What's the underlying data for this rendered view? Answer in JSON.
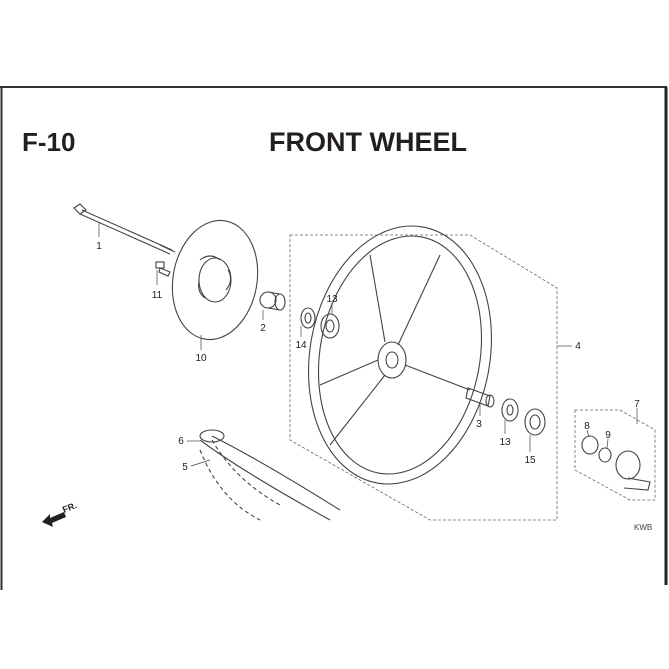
{
  "header": {
    "section_code": "F-10",
    "title": "FRONT WHEEL"
  },
  "callouts": [
    {
      "id": "1"
    },
    {
      "id": "11"
    },
    {
      "id": "10"
    },
    {
      "id": "2"
    },
    {
      "id": "13"
    },
    {
      "id": "14"
    },
    {
      "id": "4"
    },
    {
      "id": "3"
    },
    {
      "id": "13"
    },
    {
      "id": "15"
    },
    {
      "id": "6"
    },
    {
      "id": "5"
    },
    {
      "id": "7"
    },
    {
      "id": "8"
    },
    {
      "id": "9"
    }
  ],
  "direction_label": "FR.",
  "code": "KWB"
}
